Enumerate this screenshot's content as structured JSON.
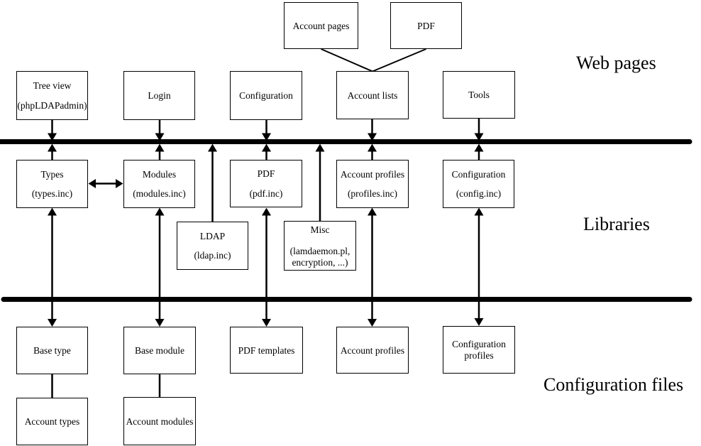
{
  "layers": {
    "web_pages": "Web pages",
    "libraries": "Libraries",
    "configuration_files": "Configuration files"
  },
  "boxes": {
    "account_pages": {
      "title": "Account pages"
    },
    "pdf_page": {
      "title": "PDF"
    },
    "tree_view": {
      "title": "Tree view",
      "subtitle": "(phpLDAPadmin)"
    },
    "login": {
      "title": "Login"
    },
    "configuration_page": {
      "title": "Configuration"
    },
    "account_lists": {
      "title": "Account lists"
    },
    "tools": {
      "title": "Tools"
    },
    "types": {
      "title": "Types",
      "subtitle": "(types.inc)"
    },
    "modules": {
      "title": "Modules",
      "subtitle": "(modules.inc)"
    },
    "pdf_lib": {
      "title": "PDF",
      "subtitle": "(pdf.inc)"
    },
    "account_profiles_lib": {
      "title": "Account profiles",
      "subtitle": "(profiles.inc)"
    },
    "configuration_lib": {
      "title": "Configuration",
      "subtitle": "(config.inc)"
    },
    "ldap": {
      "title": "LDAP",
      "subtitle": "(ldap.inc)"
    },
    "misc": {
      "title": "Misc",
      "subtitle_line1": "(lamdaemon.pl,",
      "subtitle_line2": "encryption, ...)"
    },
    "base_type": {
      "title": "Base type"
    },
    "base_module": {
      "title": "Base module"
    },
    "pdf_templates": {
      "title": "PDF templates"
    },
    "account_profiles_file": {
      "title": "Account profiles"
    },
    "configuration_profiles": {
      "title_line1": "Configuration",
      "title_line2": "profiles"
    },
    "account_types": {
      "title": "Account types"
    },
    "account_modules": {
      "title": "Account modules"
    }
  }
}
